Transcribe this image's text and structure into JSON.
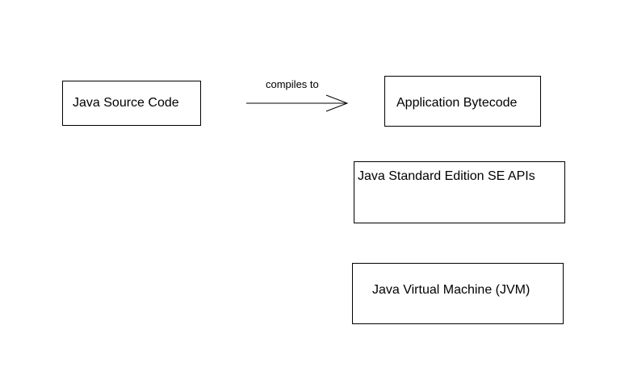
{
  "diagram": {
    "nodes": {
      "source": {
        "label": "Java Source Code"
      },
      "bytecode": {
        "label": "Application Bytecode"
      },
      "se_apis": {
        "label": "Java Standard Edition SE APIs"
      },
      "jvm": {
        "label": "Java Virtual Machine (JVM)"
      }
    },
    "edges": [
      {
        "from": "Java Source Code",
        "to": "Application Bytecode",
        "label": "compiles to"
      }
    ]
  }
}
